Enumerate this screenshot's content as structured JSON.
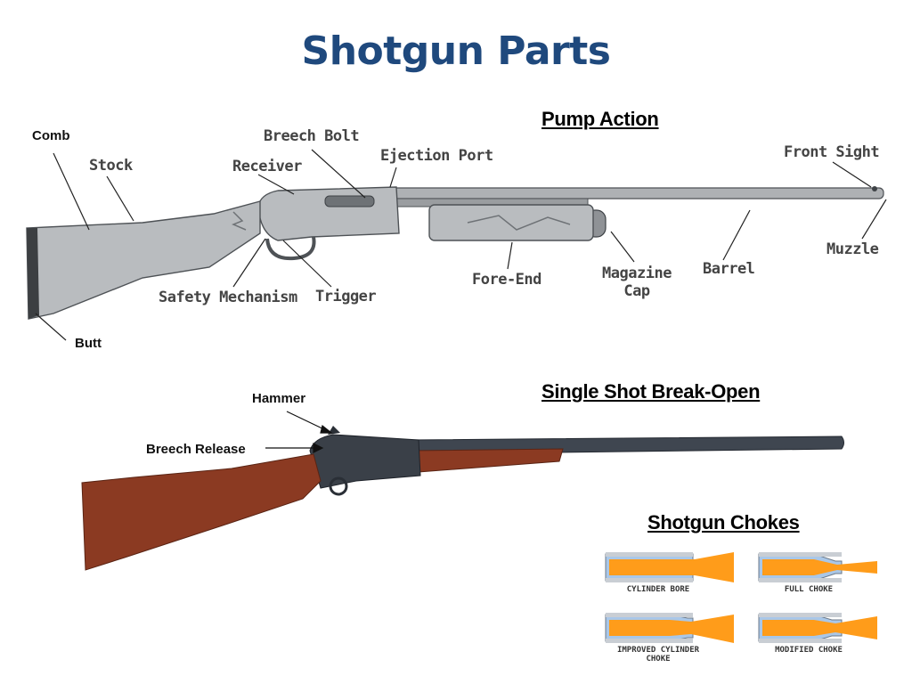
{
  "title": "Shotgun Parts",
  "colors": {
    "title": "#1f497d",
    "gun_grey": "#b9bcbf",
    "gun_dark": "#4e5256",
    "wood": "#8b3a22",
    "steel": "#3f4650",
    "shot_orange": "#ff9c1a",
    "bore_blue": "#a9c7e8"
  },
  "pump_action": {
    "heading": "Pump Action",
    "labels": {
      "comb": "Comb",
      "stock": "Stock",
      "butt": "Butt",
      "breech_bolt": "Breech Bolt",
      "receiver": "Receiver",
      "ejection_port": "Ejection Port",
      "front_sight": "Front Sight",
      "muzzle": "Muzzle",
      "barrel": "Barrel",
      "magazine_cap_line1": "Magazine",
      "magazine_cap_line2": "Cap",
      "fore_end": "Fore-End",
      "trigger": "Trigger",
      "safety_mechanism": "Safety Mechanism"
    }
  },
  "break_open": {
    "heading": "Single Shot Break-Open",
    "labels": {
      "hammer": "Hammer",
      "breech_release": "Breech Release"
    }
  },
  "chokes": {
    "heading": "Shotgun Chokes",
    "items": [
      {
        "id": "cylinder",
        "label": "CYLINDER BORE",
        "label2": ""
      },
      {
        "id": "full",
        "label": "FULL CHOKE",
        "label2": ""
      },
      {
        "id": "improved",
        "label": "IMPROVED CYLINDER",
        "label2": "CHOKE"
      },
      {
        "id": "modified",
        "label": "MODIFIED CHOKE",
        "label2": ""
      }
    ]
  }
}
